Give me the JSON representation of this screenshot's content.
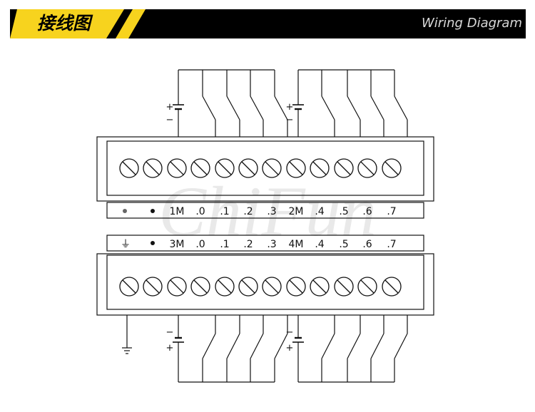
{
  "header": {
    "title": "接线图",
    "subtitle": "Wiring Diagram",
    "accent_color": "#f7d31e"
  },
  "watermark": {
    "main": "ChiFun"
  },
  "upper_block": {
    "labels": [
      "1M",
      ".0",
      ".1",
      ".2",
      ".3",
      "2M",
      ".4",
      ".5",
      ".6",
      ".7"
    ],
    "supply_plus": "+",
    "supply_minus": "−"
  },
  "lower_block": {
    "ground_symbol": "⏚",
    "labels": [
      "3M",
      ".0",
      ".1",
      ".2",
      ".3",
      "4M",
      ".4",
      ".5",
      ".6",
      ".7"
    ],
    "supply_plus": "+",
    "supply_minus": "−"
  }
}
